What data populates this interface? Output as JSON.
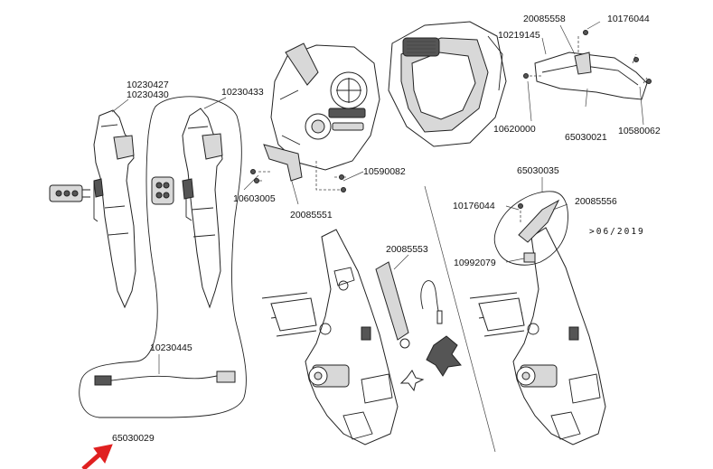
{
  "labels": {
    "p10230427": "10230427",
    "p10230430": "10230430",
    "p10230433": "10230433",
    "p10603005": "10603005",
    "p20085551": "20085551",
    "p10590082": "10590082",
    "p20085553": "20085553",
    "p10230445": "10230445",
    "p65030029": "65030029",
    "p20085558": "20085558",
    "p10176044_top": "10176044",
    "p10219145": "10219145",
    "p10620000": "10620000",
    "p65030021": "65030021",
    "p10580062": "10580062",
    "p65030035": "65030035",
    "p10176044_mid": "10176044",
    "p20085556": "20085556",
    "p10992079": "10992079",
    "date_code": ">06/2019"
  },
  "colors": {
    "pointer_arrow": "#e02020",
    "line_art": "#222222"
  }
}
